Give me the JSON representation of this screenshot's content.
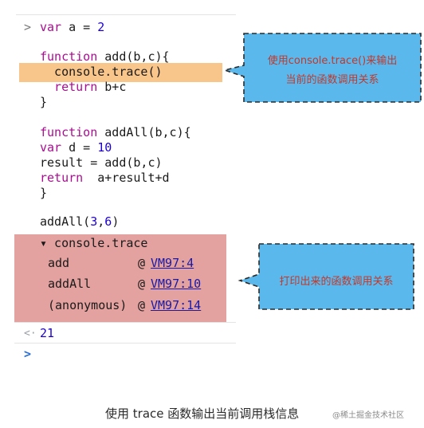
{
  "console": {
    "prompt_symbol": ">",
    "lines": {
      "l1_kw": "var",
      "l1_rest": " a = ",
      "l1_num": "2",
      "l2_kw": "function",
      "l2_rest": " add(b,c){",
      "l3": "  console.trace()",
      "l4_kw": "  return",
      "l4_rest": " b+c",
      "l5": "}",
      "l6_kw": "function",
      "l6_rest": " addAll(b,c){",
      "l7_kw": "var",
      "l7_rest": " d = ",
      "l7_num": "10",
      "l8": "result = add(b,c)",
      "l9_kw": "return",
      "l9_rest": "  a+result+d",
      "l10": "}",
      "l11_a": "addAll(",
      "l11_n1": "3",
      "l11_c": ",",
      "l11_n2": "6",
      "l11_b": ")"
    },
    "trace": {
      "header": "▾ console.trace",
      "rows": [
        {
          "fn": "add",
          "at": "@",
          "loc": "VM97:4"
        },
        {
          "fn": "addAll",
          "at": "@",
          "loc": "VM97:10"
        },
        {
          "fn": "(anonymous)",
          "at": "@",
          "loc": "VM97:14"
        }
      ]
    },
    "result_prompt": "<·",
    "result_value": "21",
    "next_prompt": ">"
  },
  "callouts": {
    "top_line1": "使用console.trace()来输出",
    "top_line2": "当前的函数调用关系",
    "bottom_line1": "打印出来的函数调用关系"
  },
  "caption": "使用 trace 函数输出当前调用栈信息",
  "watermark": "@稀土掘金技术社区",
  "colors": {
    "keyword": "#aa0d91",
    "number": "#1c00cf",
    "highlight": "#f8c58a",
    "trace_bg": "#e3a19f",
    "callout_fill": "#5bb8ec",
    "callout_text": "#c0392b"
  }
}
